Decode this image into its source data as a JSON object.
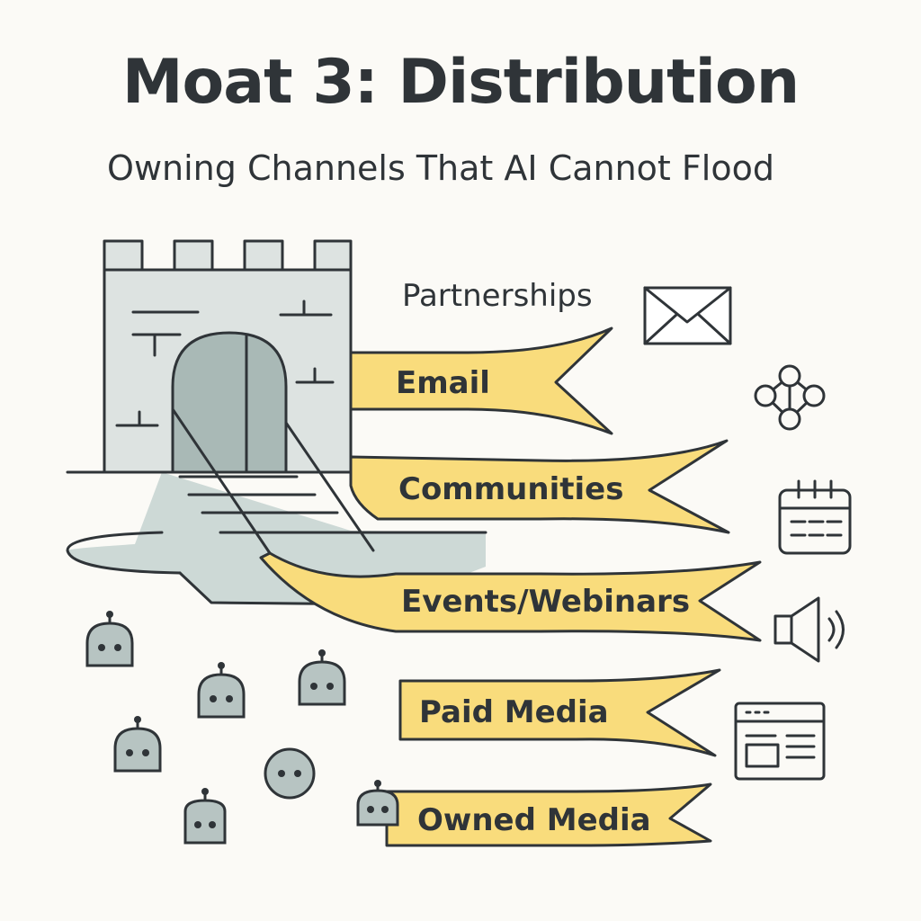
{
  "title": "Moat 3: Distribution",
  "subtitle": "Owning Channels That AI Cannot Flood",
  "channels": {
    "partnerships": "Partnerships",
    "email": "Email",
    "communities": "Communities",
    "events": "Events/Webinars",
    "paid": "Paid Media",
    "owned": "Owned Media"
  },
  "colors": {
    "banner": "#f9dc7c",
    "castle": "#dde3e1",
    "door": "#a9b9b6",
    "ink": "#2f3438",
    "background": "#fbfaf6"
  },
  "icons": [
    "envelope-icon",
    "network-icon",
    "calendar-icon",
    "speaker-icon",
    "browser-window-icon",
    "robot-icon",
    "castle-icon"
  ]
}
